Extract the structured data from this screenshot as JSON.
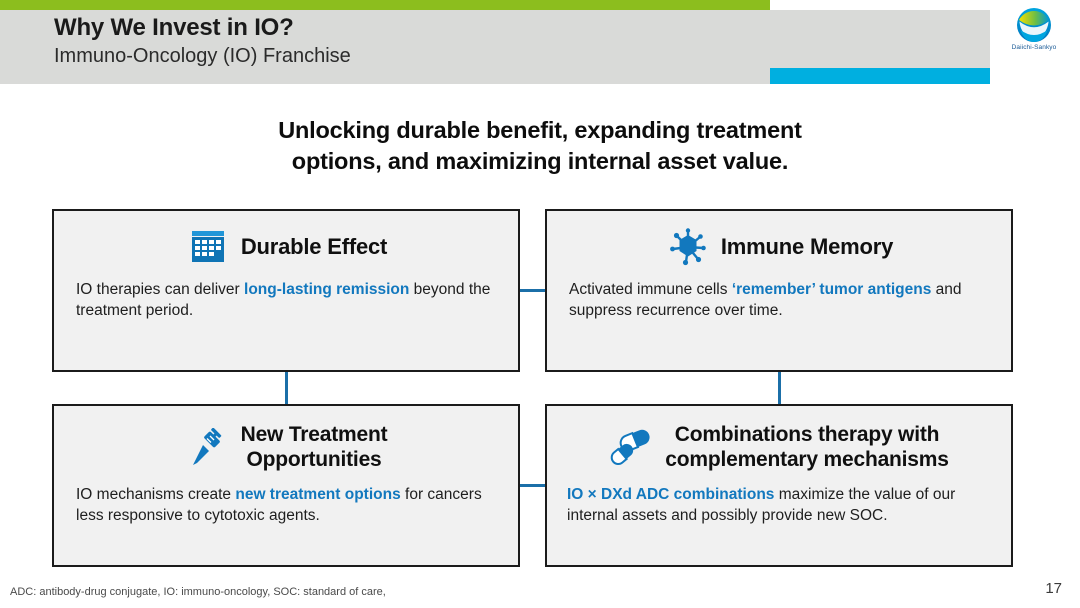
{
  "header": {
    "title": "Why We Invest in IO?",
    "subtitle": "Immuno-Oncology (IO) Franchise",
    "logo_text": "Daiichi-Sankyo",
    "green_bar_color": "#8CBE1E",
    "gray_panel_color": "#D9DAD8",
    "cyan_bar_color": "#00AFE0"
  },
  "headline": {
    "line1": "Unlocking durable benefit, expanding treatment",
    "line2": "options, and maximizing internal asset value."
  },
  "cards": [
    {
      "icon": "calendar-icon",
      "title": "Durable Effect",
      "body_pre": "IO therapies can deliver ",
      "body_highlight": "long-lasting remission",
      "body_post": " beyond the treatment period."
    },
    {
      "icon": "virus-cell-icon",
      "title": "Immune Memory",
      "body_pre": "Activated immune cells ",
      "body_highlight": "‘remember’ tumor antigens",
      "body_post": " and suppress recurrence over time."
    },
    {
      "icon": "syringe-icon",
      "title_line1": "New Treatment",
      "title_line2": "Opportunities",
      "body_pre": "IO mechanisms create ",
      "body_highlight": "new treatment options",
      "body_post": " for cancers less responsive to cytotoxic agents."
    },
    {
      "icon": "pills-icon",
      "title_line1": "Combinations therapy with",
      "title_line2": "complementary mechanisms",
      "body_pre": "",
      "body_highlight": "IO × DXd ADC combinations",
      "body_post": " maximize the value of our internal assets and possibly provide new SOC."
    }
  ],
  "footer": {
    "footnote": "ADC: antibody-drug conjugate, IO: immuno-oncology, SOC: standard of care,",
    "page_number": "17"
  },
  "colors": {
    "highlight_blue": "#1278BE",
    "icon_blue": "#1278BE",
    "connector_blue": "#1b6fa8",
    "card_bg": "#F1F1F1",
    "card_border": "#1b1b1b"
  }
}
